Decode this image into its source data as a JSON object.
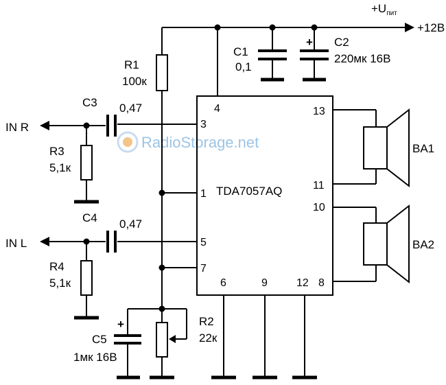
{
  "supply": {
    "label": "+U",
    "subscript": "пит",
    "voltage": "+12В"
  },
  "chip": {
    "name": "TDA7057AQ",
    "pins": {
      "p1": "1",
      "p3": "3",
      "p4": "4",
      "p5": "5",
      "p6": "6",
      "p7": "7",
      "p8": "8",
      "p9": "9",
      "p10": "10",
      "p11": "11",
      "p12": "12",
      "p13": "13"
    }
  },
  "inputs": {
    "right": "IN R",
    "left": "IN L"
  },
  "components": {
    "r1": {
      "name": "R1",
      "value": "100к"
    },
    "r2": {
      "name": "R2",
      "value": "22к"
    },
    "r3": {
      "name": "R3",
      "value": "5,1к"
    },
    "r4": {
      "name": "R4",
      "value": "5,1к"
    },
    "c1": {
      "name": "C1",
      "value": "0,1"
    },
    "c2": {
      "name": "C2",
      "value": "220мк 16В",
      "polarity": "+"
    },
    "c3": {
      "name": "C3",
      "value": "0,47"
    },
    "c4": {
      "name": "C4",
      "value": "0,47"
    },
    "c5": {
      "name": "C5",
      "value": "1мк 16В",
      "polarity": "+"
    },
    "ba1": {
      "name": "BA1"
    },
    "ba2": {
      "name": "BA2"
    }
  },
  "watermark": "RadioStorage.net"
}
